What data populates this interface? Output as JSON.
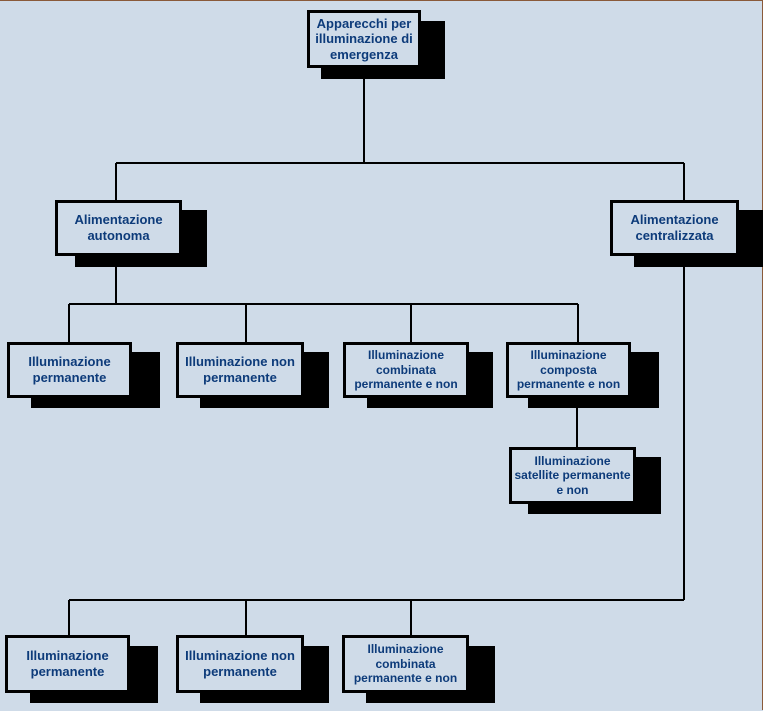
{
  "diagram": {
    "root": "Apparecchi per illuminazione di emergenza",
    "autonoma": "Alimentazione autonoma",
    "centralizzata": "Alimentazione centralizzata",
    "auto_permanente": "Illuminazione permanente",
    "auto_non_permanente": "Illuminazione non permanente",
    "auto_combinata": "Illuminazione combinata permanente e non",
    "auto_composta": "Illuminazione composta permanente e non",
    "auto_satellite": "Illuminazione satellite permanente e non",
    "cent_permanente": "Illuminazione permanente",
    "cent_non_permanente": "Illuminazione non permanente",
    "cent_combinata": "Illuminazione combinata permanente e non"
  },
  "colors": {
    "background": "#cfdbe8",
    "text": "#0d3b7a",
    "lines": "#000000"
  }
}
